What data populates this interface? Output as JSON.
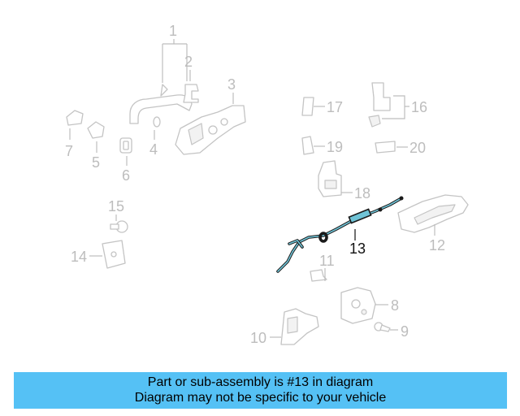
{
  "callouts": {
    "c1": "1",
    "c2": "2",
    "c3": "3",
    "c4": "4",
    "c5": "5",
    "c6": "6",
    "c7": "7",
    "c8": "8",
    "c9": "9",
    "c10": "10",
    "c11": "11",
    "c12": "12",
    "c13": "13",
    "c14": "14",
    "c15": "15",
    "c16": "16",
    "c17": "17",
    "c18": "18",
    "c19": "19",
    "c20": "20"
  },
  "highlighted_part": "13",
  "banner": {
    "line1": "Part or sub-assembly is #13 in diagram",
    "line2": "Diagram may not be specific to your vehicle",
    "color": "#55c1f5"
  },
  "colors": {
    "highlight_inner": "#6fc3d6",
    "faded": "#c4c4c4"
  }
}
